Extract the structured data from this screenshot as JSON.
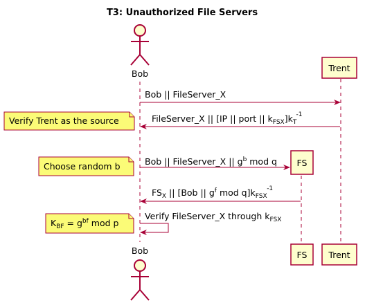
{
  "title": "T3: Unauthorized File Servers",
  "participants": {
    "bob": "Bob",
    "trent": "Trent",
    "fs": "FS"
  },
  "messages": {
    "m1": "Bob || FileServer_X",
    "m2": {
      "pre": "FileServer_X || [IP || port || k",
      "sub1": "FSX",
      "mid": "]k",
      "sub2": "T",
      "sup": "-1"
    },
    "m3": {
      "pre": "Bob || FileServer_X || g",
      "sup": "b",
      "post": " mod q"
    },
    "m4": {
      "pre": "FS",
      "sub1": "X",
      "mid1": " || [Bob || g",
      "sup1": "f",
      "mid2": " mod q]k",
      "sub2": "FSX",
      "sup2": "-1"
    },
    "m5": {
      "pre": "Verify FileServer_X through k",
      "sub": "FSX"
    }
  },
  "notes": {
    "n1": "Verify Trent as the source",
    "n2": "Choose random b",
    "n3": {
      "pre": "K",
      "sub": "BF",
      "mid": " = g",
      "sup": "bf",
      "post": " mod p"
    }
  },
  "colors": {
    "line": "#A80036",
    "participant_fill": "#FEFECE",
    "note_fill": "#FBFB77"
  }
}
